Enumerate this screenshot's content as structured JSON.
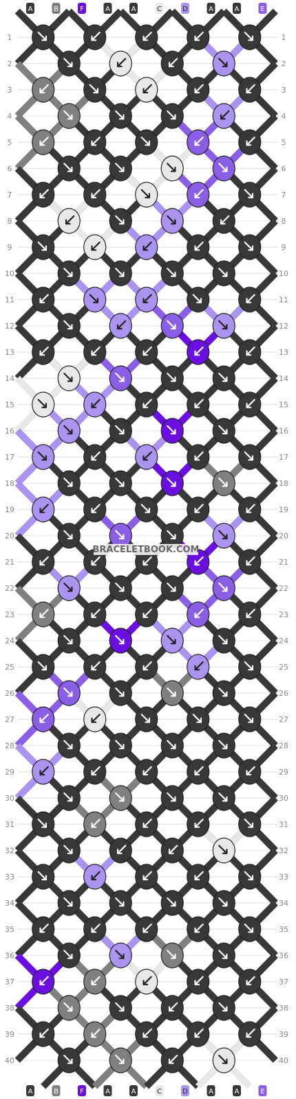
{
  "colors": {
    "A": "#383838",
    "B": "#808080",
    "C": "#e8e8e8",
    "D": "#ab93f0",
    "E": "#8b5ee6",
    "F": "#6a0fe0"
  },
  "grid_color": "#dddddd",
  "row_label_color": "#888888",
  "watermark": "BRACELETBOOK.COM",
  "top_labels": [
    "A",
    "B",
    "F",
    "A",
    "A",
    "C",
    "D",
    "A",
    "A",
    "E"
  ],
  "bottom_labels": [
    "A",
    "B",
    "F",
    "A",
    "A",
    "C",
    "D",
    "A",
    "A",
    "E"
  ],
  "row_numbers": [
    "1",
    "2",
    "3",
    "4",
    "5",
    "6",
    "7",
    "8",
    "9",
    "10",
    "11",
    "12",
    "13",
    "14",
    "15",
    "16",
    "17",
    "18",
    "19",
    "20",
    "21",
    "22",
    "23",
    "24",
    "25",
    "26",
    "27",
    "28",
    "29",
    "30",
    "31",
    "32",
    "33",
    "34",
    "35",
    "36",
    "37",
    "38",
    "39",
    "40"
  ],
  "knot_colors": {
    "odd_rows": [
      "AAAA",
      "BACA",
      "BAAE",
      "AACE",
      "ACDA",
      "ADDA",
      "AAAF",
      "CDAA",
      "DADA",
      "DAAA",
      "AAAF",
      "BAAE",
      "AAAD",
      "ECAA",
      "DAAA",
      "ABAA",
      "ADAA",
      "AAAA",
      "FBCA",
      "ABAA"
    ],
    "even_rows": [
      "ACAD",
      "BAAD",
      "AACE",
      "CADA",
      "AAAA",
      "ADED",
      "CEAA",
      "DAFA",
      "AAFB",
      "AEAD",
      "DAAE",
      "AFDA",
      "EABA",
      "AAAA",
      "ABAA",
      "AAAC",
      "AAAA",
      "ADBA",
      "BAAA",
      "ABAC"
    ]
  },
  "knot_arrows": {
    "odd_rows": [
      "RLLLR",
      "LRLLL",
      "LLRLL",
      "LLRLR",
      "RLLLR",
      "LRLRL",
      "LLLLL",
      "RLLLL",
      "RLLLR",
      "LLRLL",
      "LLLLL",
      "LLLLL",
      "RLLLR",
      "LLRRR",
      "LLLLL",
      "RLLLR",
      "RLLLR",
      "LLLLR",
      "LLLLL",
      "LLLLL"
    ],
    "even_rows": [
      "RLLRR",
      "RRRLR",
      "RRRRR",
      "LRRLL",
      "RRRRR",
      "RLRRL",
      "RRRRR",
      "RRRRL",
      "RRRRR",
      "RRRRR",
      "RRRRR",
      "RRRRR",
      "RRRRR",
      "RRRRR",
      "RRRRR",
      "RLLRR",
      "RRRRR",
      "RRRRR",
      "RRLRR",
      "RRLRR"
    ]
  }
}
